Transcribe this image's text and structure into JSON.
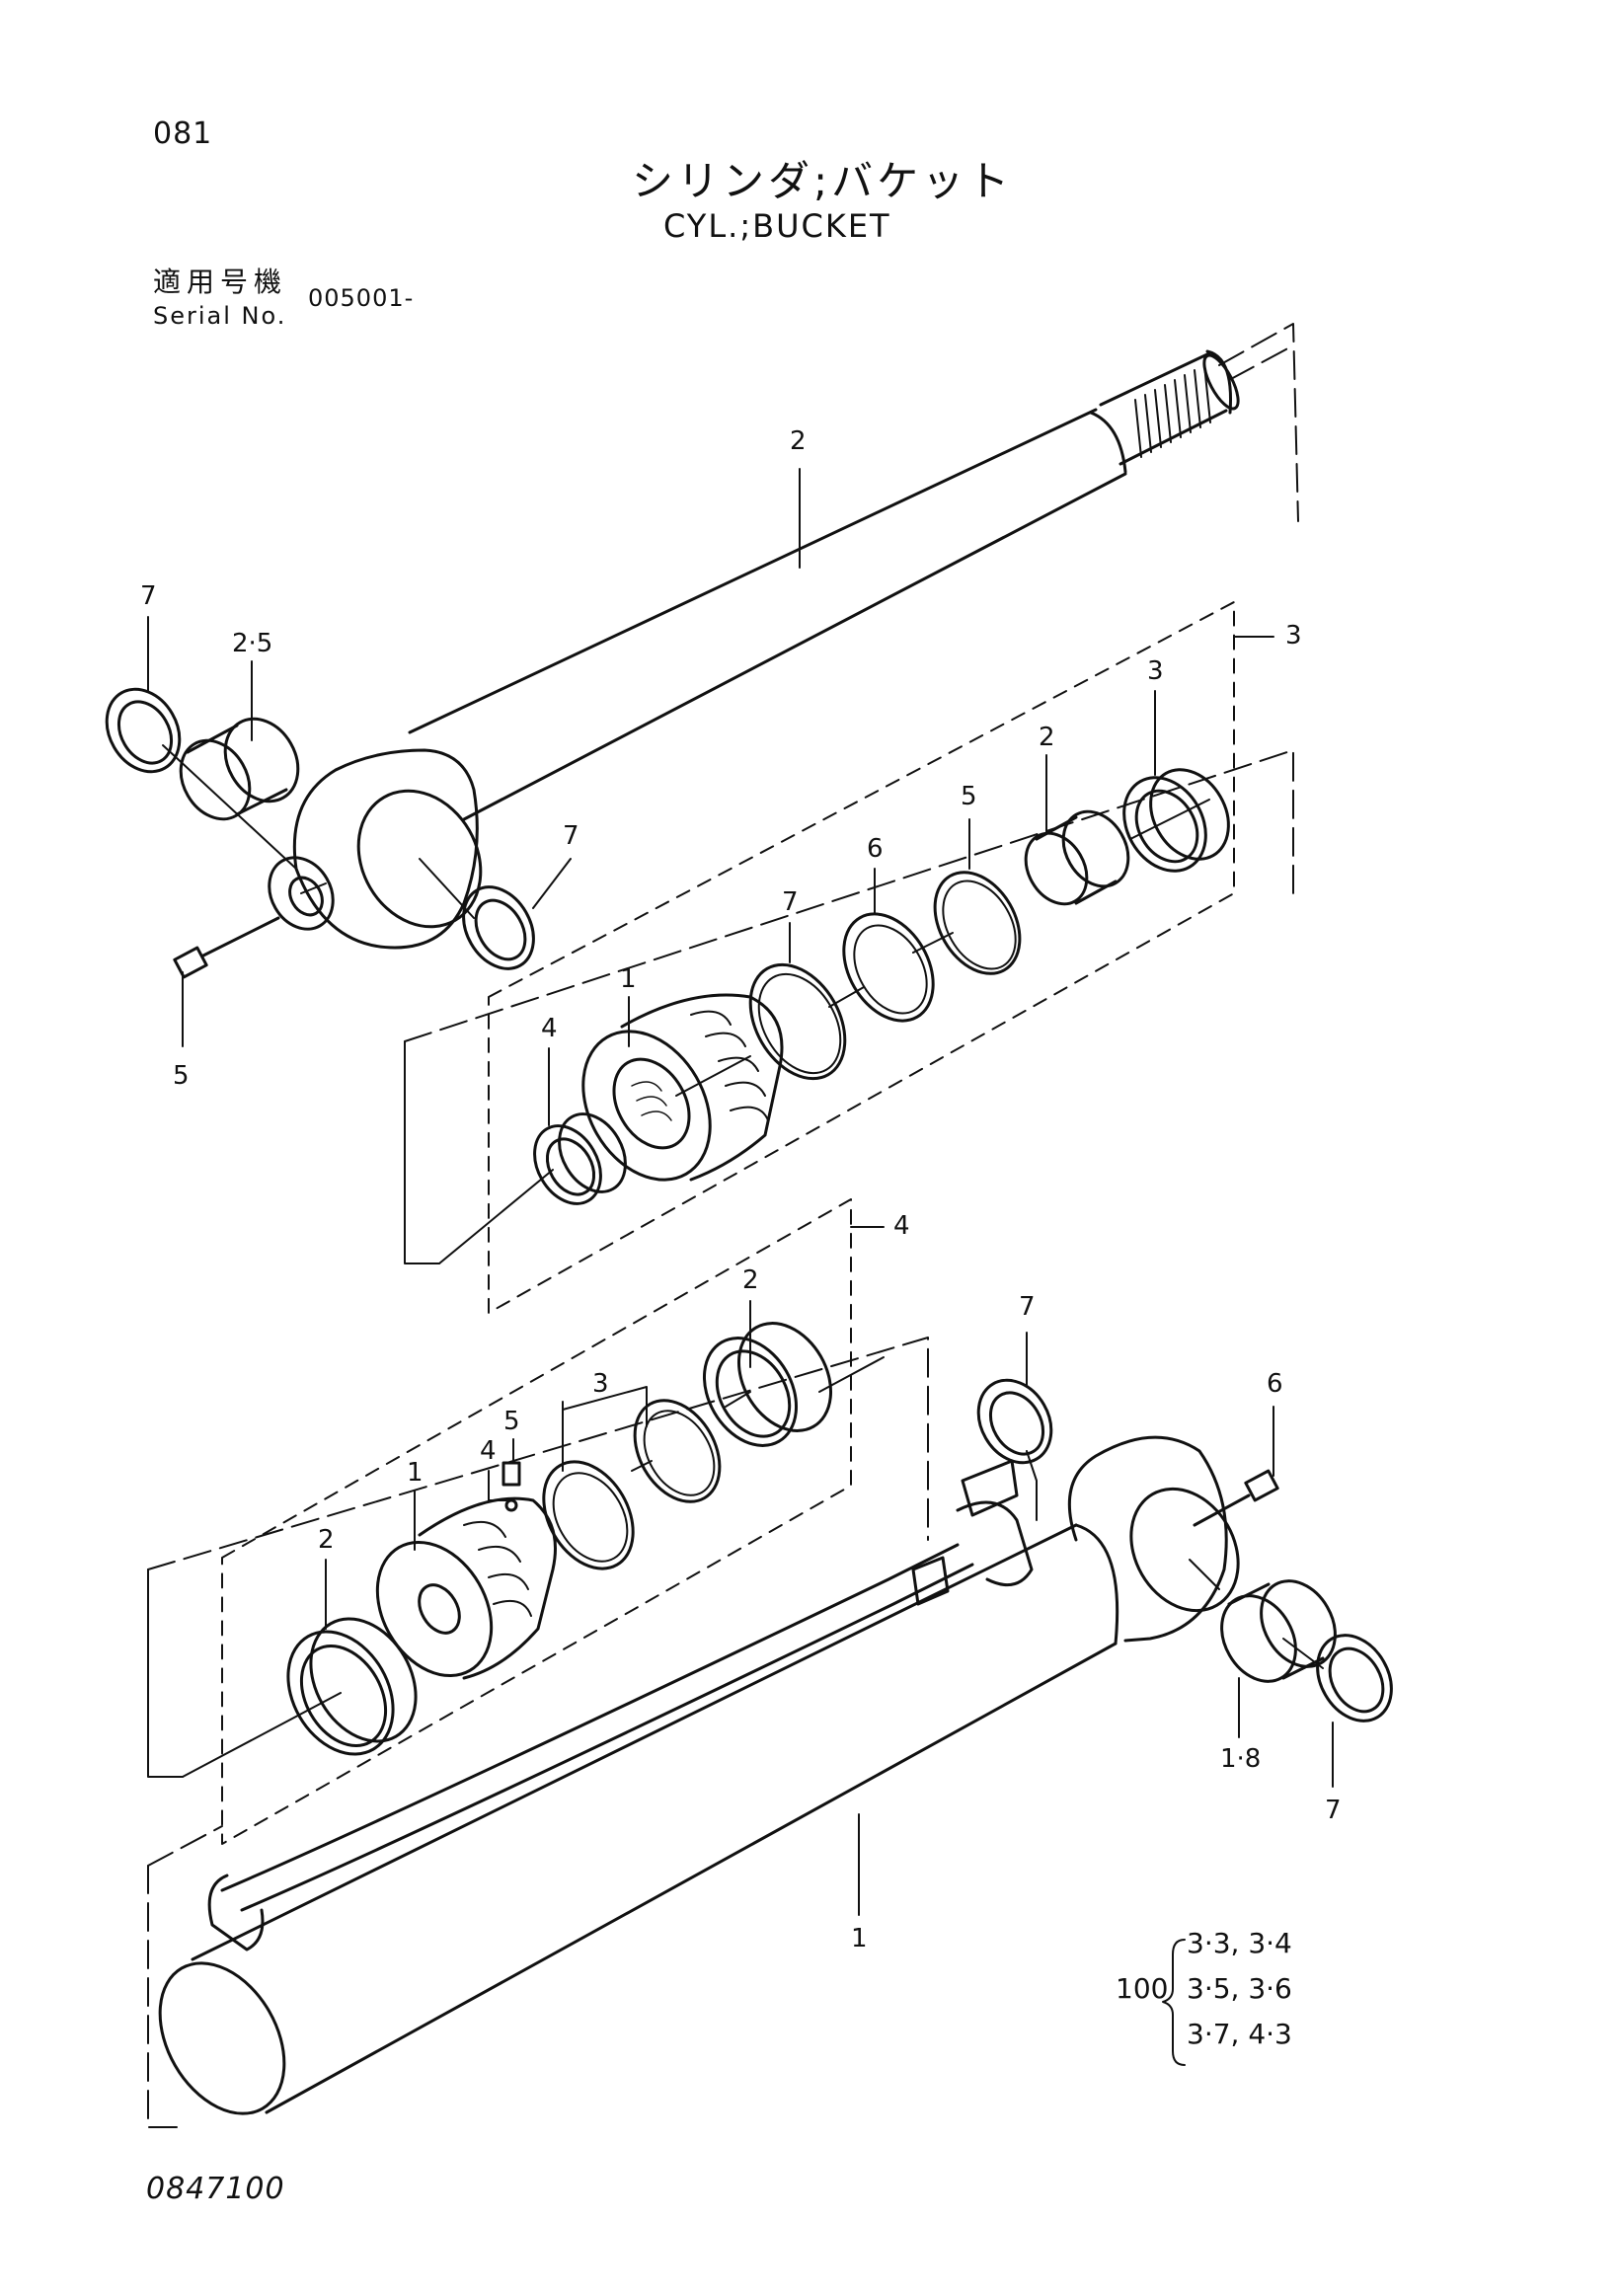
{
  "header": {
    "page_number": "081",
    "title_jp": "シリンダ;バケット",
    "title_en": "CYL.;BUCKET",
    "serial_label_jp": "適用号機",
    "serial_label_en": "Serial No.",
    "serial_value": "005001-"
  },
  "callouts": {
    "rod": "2",
    "rod_bushing": "2·5",
    "rod_seal_left": "7",
    "rod_seal_right": "7",
    "grease_fitting_rod": "5",
    "head_group": "3",
    "head_wiper": "3",
    "head_bushing": "2",
    "head_oring5": "5",
    "head_ring6": "6",
    "head_ring7": "7",
    "head_body": "1",
    "head_ring4": "4",
    "piston_group": "4",
    "piston_ring2_top": "2",
    "piston_ring3": "3",
    "piston_nut5": "5",
    "piston_ball4": "4",
    "piston_body": "1",
    "piston_ring2_left": "2",
    "tube_seal_top": "7",
    "tube_fitting": "6",
    "tube_bushing": "1·8",
    "tube_seal_bottom": "7",
    "tube": "1"
  },
  "note": {
    "prefix": "100",
    "lines": [
      "3·3,  3·4",
      "3·5,  3·6",
      "3·7,  4·3"
    ]
  },
  "footer": {
    "drawing_number": "0847100"
  }
}
